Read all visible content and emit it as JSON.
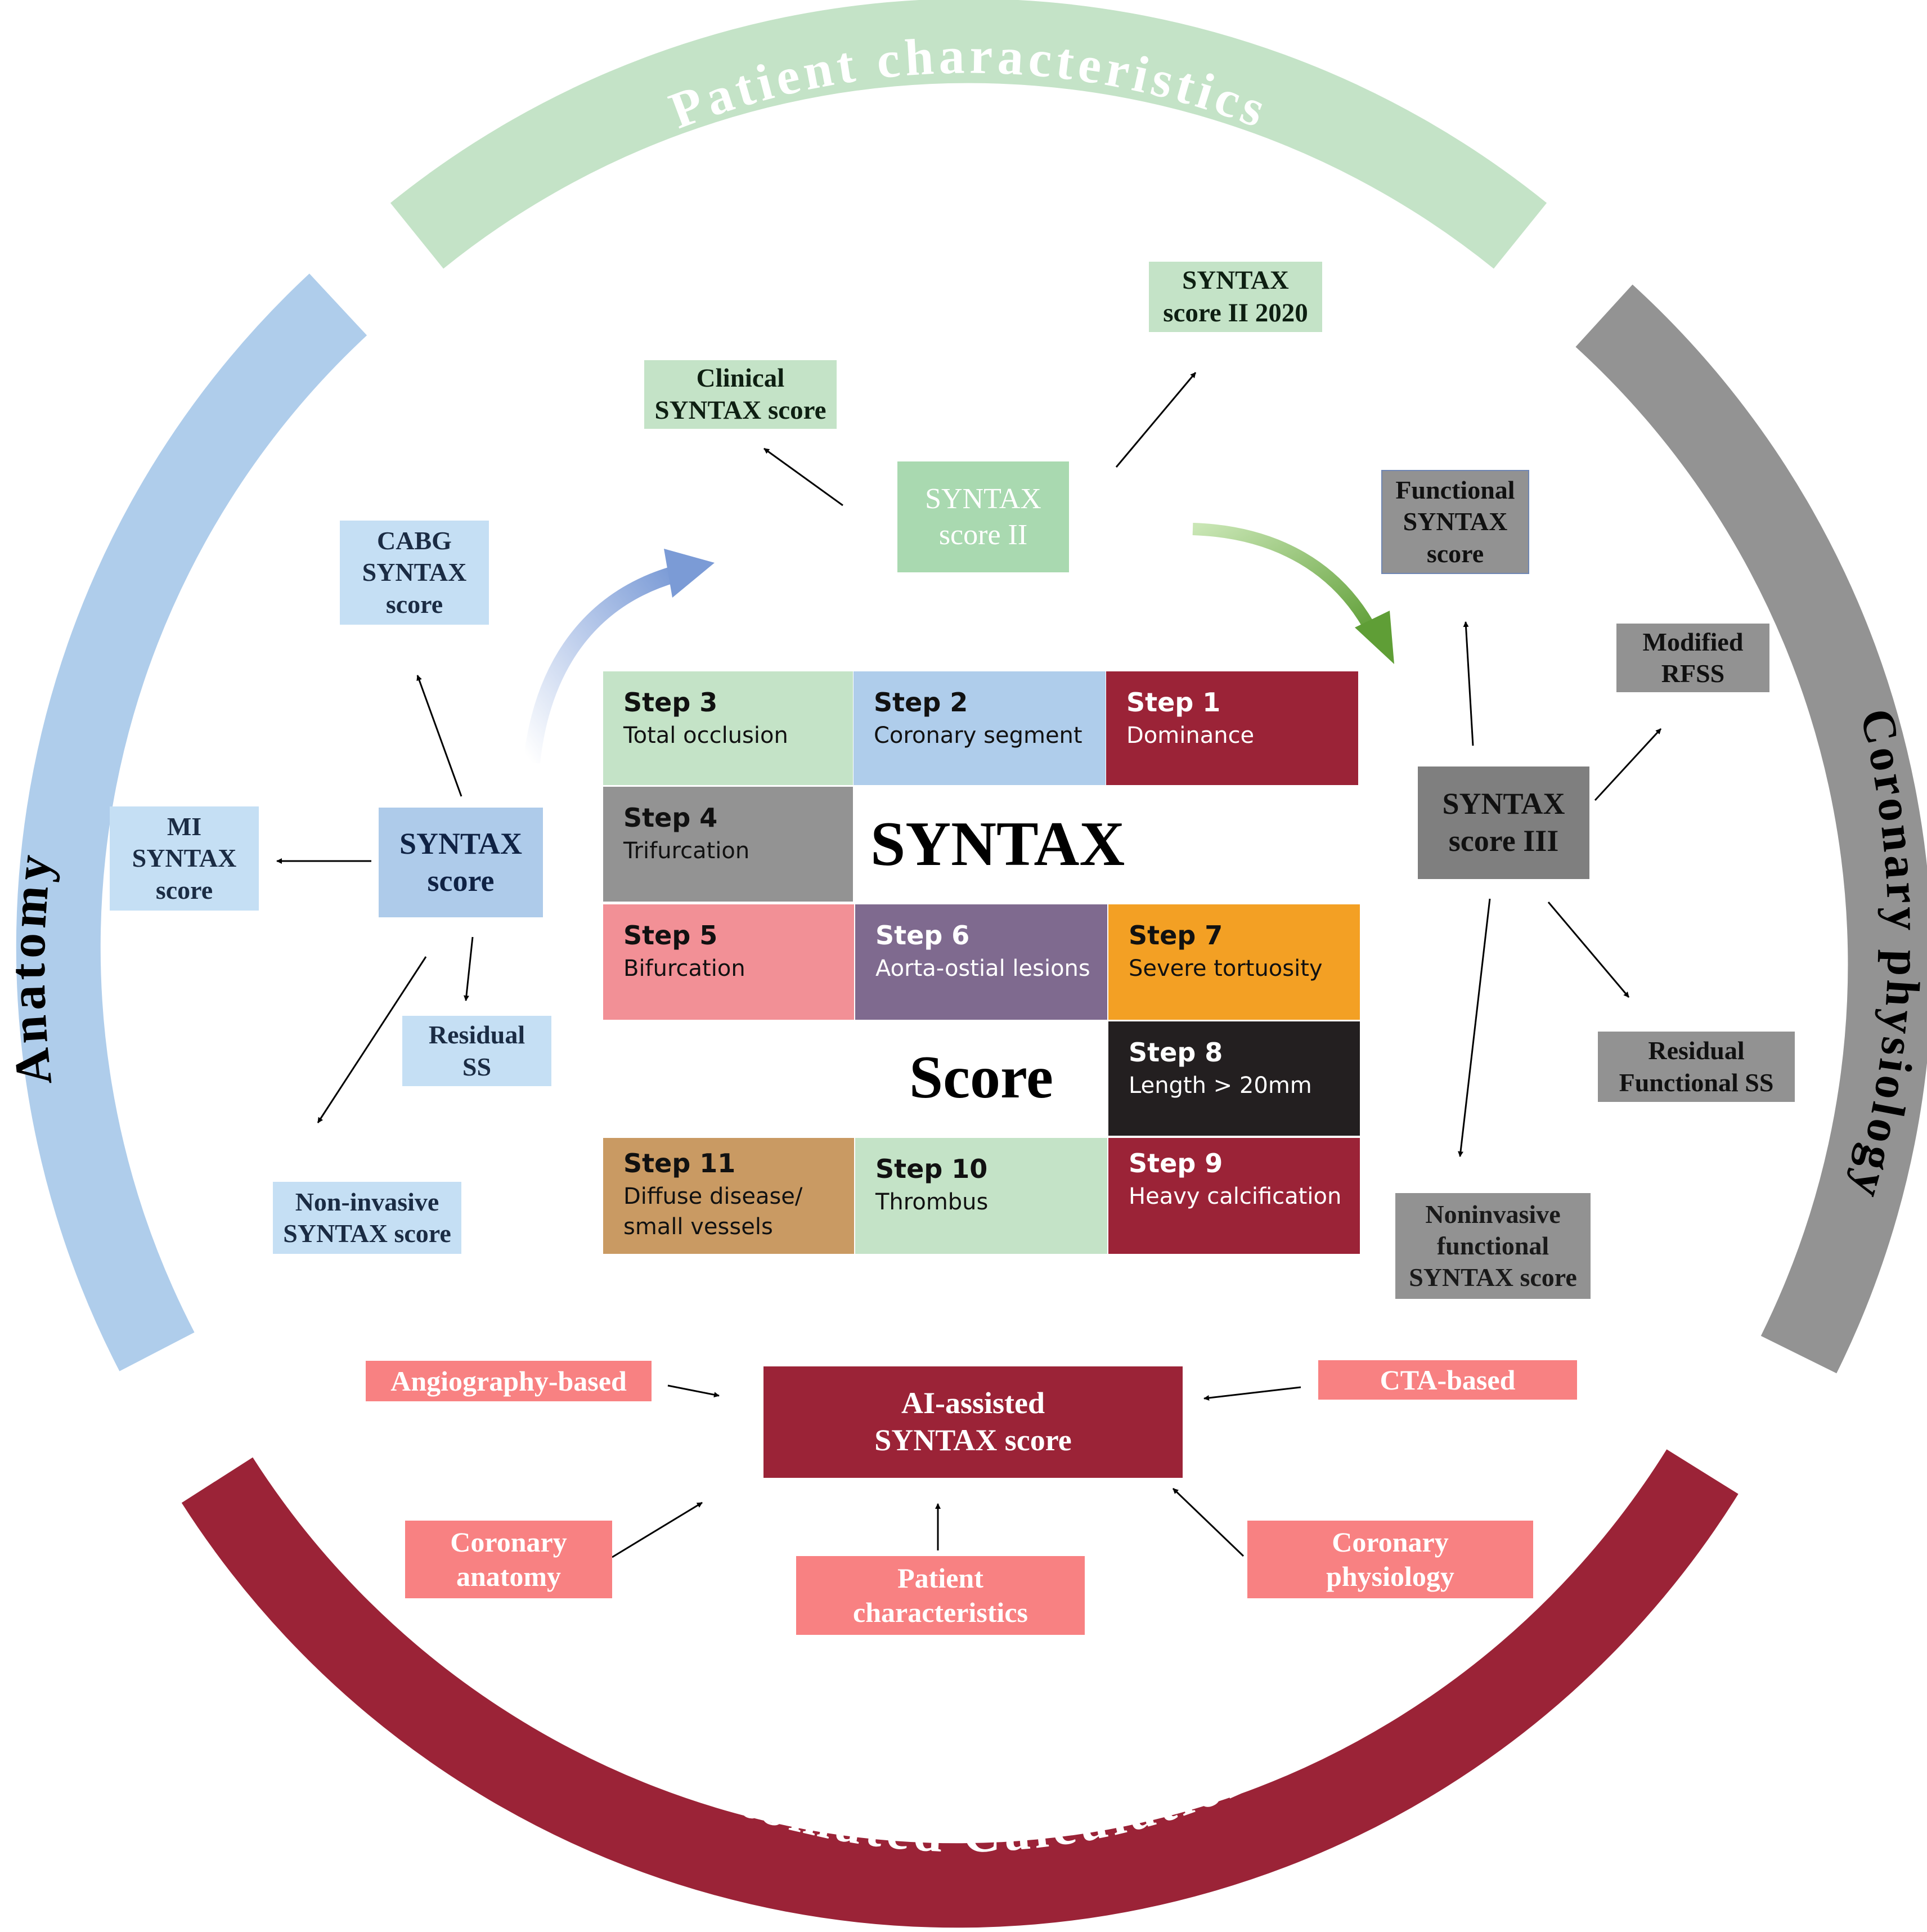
{
  "rings": {
    "top": "Patient characteristics",
    "left": "Anatomy",
    "right": "Coronary physiology",
    "bottom": "Automated Calculation"
  },
  "colors": {
    "green": "#c4e3c7",
    "blue": "#afcdeb",
    "gray": "#939393",
    "maroon": "#9b2337",
    "salmon": "#f88182",
    "light_blue_box": "#c5dff4",
    "syntax_box": "#aecbea",
    "green_box": "#c4e3c7",
    "green_box_dark": "#a9d9b0",
    "gray_box": "#929292",
    "dark_gray_box": "#7f7f7f"
  },
  "center": {
    "syntax": "SYNTAX",
    "score": "Score",
    "steps": [
      {
        "title": "Step 3",
        "desc": "Total occlusion"
      },
      {
        "title": "Step 2",
        "desc": "Coronary segment"
      },
      {
        "title": "Step 1",
        "desc": "Dominance"
      },
      {
        "title": "Step 4",
        "desc": "Trifurcation"
      },
      {
        "title": "Step 5",
        "desc": "Bifurcation"
      },
      {
        "title": "Step 6",
        "desc": "Aorta-ostial lesions"
      },
      {
        "title": "Step 7",
        "desc": "Severe tortuosity"
      },
      {
        "title": "Step 8",
        "desc": "Length > 20mm"
      },
      {
        "title": "Step 11",
        "desc": "Diffuse disease/ small vessels"
      },
      {
        "title": "Step 10",
        "desc": "Thrombus"
      },
      {
        "title": "Step 9",
        "desc": "Heavy calcification"
      }
    ]
  },
  "anatomy": {
    "main": [
      "SYNTAX",
      "score"
    ],
    "cabg": [
      "CABG",
      "SYNTAX",
      "score"
    ],
    "mi": [
      "MI",
      "SYNTAX",
      "score"
    ],
    "residual": [
      "Residual",
      "SS"
    ],
    "noninvasive": [
      "Non-invasive",
      "SYNTAX score"
    ]
  },
  "patient": {
    "main": [
      "SYNTAX",
      "score II"
    ],
    "clinical": [
      "Clinical",
      "SYNTAX score"
    ],
    "ii2020": [
      "SYNTAX",
      "score II 2020"
    ]
  },
  "physiology": {
    "main": [
      "SYNTAX",
      "score III"
    ],
    "functional": [
      "Functional",
      "SYNTAX",
      "score"
    ],
    "rfss": [
      "Modified",
      "RFSS"
    ],
    "residual": [
      "Residual",
      "Functional SS"
    ],
    "noninvasive": [
      "Noninvasive",
      "functional",
      "SYNTAX score"
    ]
  },
  "automated": {
    "main": [
      "AI-assisted",
      "SYNTAX score"
    ],
    "angio": [
      "Angiography-based"
    ],
    "cta": [
      "CTA-based"
    ],
    "anatomy": [
      "Coronary",
      "anatomy"
    ],
    "patient": [
      "Patient",
      "characteristics"
    ],
    "physiology": [
      "Coronary",
      "physiology"
    ]
  }
}
